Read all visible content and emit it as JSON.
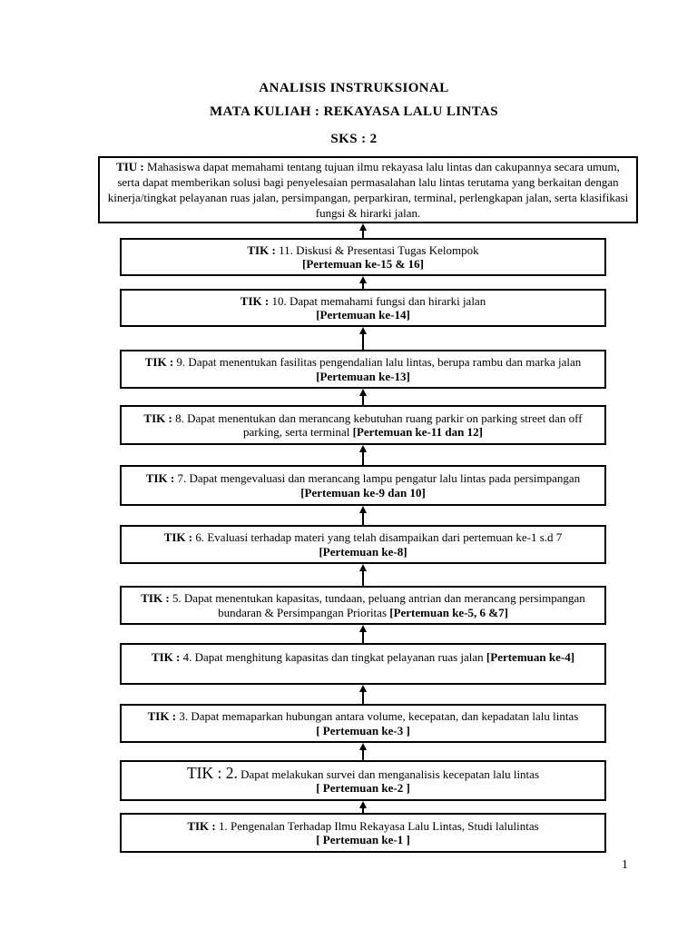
{
  "header": {
    "title": "ANALISIS INSTRUKSIONAL",
    "course": "MATA KULIAH : REKAYASA LALU LINTAS",
    "credits": "SKS : 2"
  },
  "tiu": {
    "prefix": "TIU : ",
    "body": "Mahasiswa dapat memahami tentang tujuan ilmu rekayasa lalu lintas dan cakupannya secara umum, serta dapat memberikan solusi bagi penyelesaian permasalahan lalu lintas terutama yang berkaitan dengan kinerja/tingkat pelayanan ruas jalan, persimpangan, perparkiran, terminal, perlengkapan jalan, serta klasifikasi fungsi & hirarki jalan."
  },
  "tik": [
    {
      "prefix": "TIK : ",
      "body": "11. Diskusi & Presentasi Tugas Kelompok",
      "meeting": "[Pertemuan ke-15 & 16]"
    },
    {
      "prefix": "TIK : ",
      "body": "10. Dapat memahami fungsi dan hirarki jalan",
      "meeting": "[Pertemuan ke-14]"
    },
    {
      "prefix": "TIK : ",
      "body": "9. Dapat menentukan fasilitas pengendalian lalu lintas, berupa  rambu dan marka jalan ",
      "meeting": "[Pertemuan ke-13]"
    },
    {
      "prefix": "TIK : ",
      "body": "8. Dapat menentukan dan merancang kebutuhan ruang parkir on parking street dan off parking, serta terminal  ",
      "meeting": "[Pertemuan ke-11 dan 12]"
    },
    {
      "prefix": "TIK : ",
      "body": "7. Dapat mengevaluasi dan merancang lampu pengatur lalu lintas pada persimpangan ",
      "meeting": "[Pertemuan ke-9 dan 10]"
    },
    {
      "prefix": "TIK : ",
      "body": "6. Evaluasi terhadap materi yang telah disampaikan dari pertemuan ke-1 s.d 7",
      "meeting": "[Pertemuan ke-8]"
    },
    {
      "prefix": "TIK : ",
      "body": "5. Dapat menentukan kapasitas, tundaan, peluang antrian dan merancang persimpangan bundaran & Persimpangan Prioritas ",
      "meeting": "[Pertemuan ke-5, 6 &7]"
    },
    {
      "prefix": "TIK : ",
      "body": "4. Dapat menghitung kapasitas dan tingkat pelayanan ruas jalan ",
      "meeting": "[Pertemuan ke-4]"
    },
    {
      "prefix": "TIK : ",
      "body": "3. Dapat memaparkan hubungan antara volume, kecepatan, dan kepadatan lalu lintas",
      "meeting": "[ Pertemuan ke-3 ]"
    },
    {
      "prefix": "TIK : 2.",
      "body": " Dapat melakukan survei dan menganalisis kecepatan lalu lintas",
      "meeting": "[ Pertemuan ke-2 ]"
    },
    {
      "prefix": "TIK : ",
      "body": "1. Pengenalan  Terhadap Ilmu Rekayasa Lalu Lintas, Studi lalulintas",
      "meeting": "[ Pertemuan ke-1 ]"
    }
  ],
  "page_number": "1"
}
